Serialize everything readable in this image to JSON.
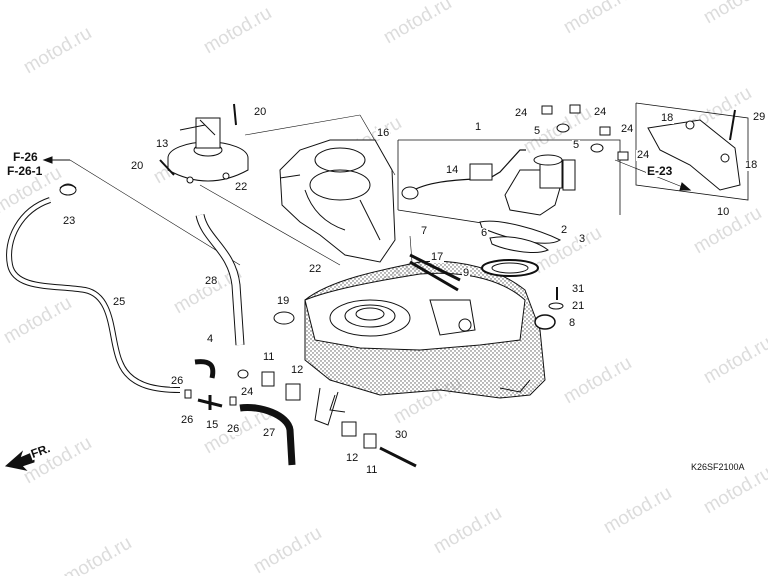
{
  "diagram": {
    "watermark_text": "motod.ru",
    "drawing_code": "K26SF2100A",
    "direction_label": "FR.",
    "reference_labels": [
      "F-26",
      "F-26-1",
      "E-23"
    ],
    "callouts": [
      {
        "id": "c1",
        "text": "1"
      },
      {
        "id": "c2",
        "text": "2"
      },
      {
        "id": "c3",
        "text": "3"
      },
      {
        "id": "c4",
        "text": "4"
      },
      {
        "id": "c5a",
        "text": "5"
      },
      {
        "id": "c5b",
        "text": "5"
      },
      {
        "id": "c6",
        "text": "6"
      },
      {
        "id": "c7",
        "text": "7"
      },
      {
        "id": "c8",
        "text": "8"
      },
      {
        "id": "c9",
        "text": "9"
      },
      {
        "id": "c10",
        "text": "10"
      },
      {
        "id": "c11a",
        "text": "11"
      },
      {
        "id": "c11b",
        "text": "11"
      },
      {
        "id": "c12a",
        "text": "12"
      },
      {
        "id": "c12b",
        "text": "12"
      },
      {
        "id": "c13",
        "text": "13"
      },
      {
        "id": "c14",
        "text": "14"
      },
      {
        "id": "c15",
        "text": "15"
      },
      {
        "id": "c16",
        "text": "16"
      },
      {
        "id": "c17",
        "text": "17"
      },
      {
        "id": "c18a",
        "text": "18"
      },
      {
        "id": "c18b",
        "text": "18"
      },
      {
        "id": "c19",
        "text": "19"
      },
      {
        "id": "c20a",
        "text": "20"
      },
      {
        "id": "c20b",
        "text": "20"
      },
      {
        "id": "c21",
        "text": "21"
      },
      {
        "id": "c22a",
        "text": "22"
      },
      {
        "id": "c22b",
        "text": "22"
      },
      {
        "id": "c23",
        "text": "23"
      },
      {
        "id": "c24a",
        "text": "24"
      },
      {
        "id": "c24b",
        "text": "24"
      },
      {
        "id": "c24c",
        "text": "24"
      },
      {
        "id": "c24d",
        "text": "24"
      },
      {
        "id": "c24e",
        "text": "24"
      },
      {
        "id": "c25",
        "text": "25"
      },
      {
        "id": "c26a",
        "text": "26"
      },
      {
        "id": "c26b",
        "text": "26"
      },
      {
        "id": "c26c",
        "text": "26"
      },
      {
        "id": "c27",
        "text": "27"
      },
      {
        "id": "c28",
        "text": "28"
      },
      {
        "id": "c29",
        "text": "29"
      },
      {
        "id": "c30",
        "text": "30"
      },
      {
        "id": "c31",
        "text": "31"
      }
    ]
  }
}
